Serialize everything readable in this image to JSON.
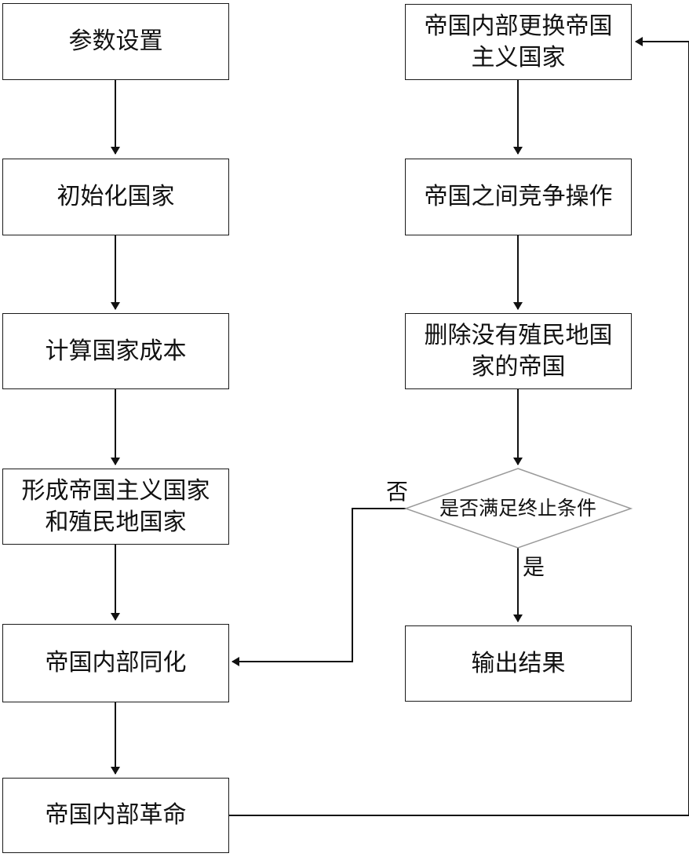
{
  "flowchart": {
    "nodes": {
      "params": "参数设置",
      "init": "初始化国家",
      "cost": "计算国家成本",
      "form": "形成帝国主义国家和殖民地国家",
      "assimilate": "帝国内部同化",
      "revolution": "帝国内部革命",
      "swap": "帝国内部更换帝国主义国家",
      "compete": "帝国之间竞争操作",
      "eliminate": "删除没有殖民地国家的帝国",
      "terminate": "是否满足终止条件",
      "output": "输出结果"
    },
    "edge_labels": {
      "no": "否",
      "yes": "是"
    }
  }
}
